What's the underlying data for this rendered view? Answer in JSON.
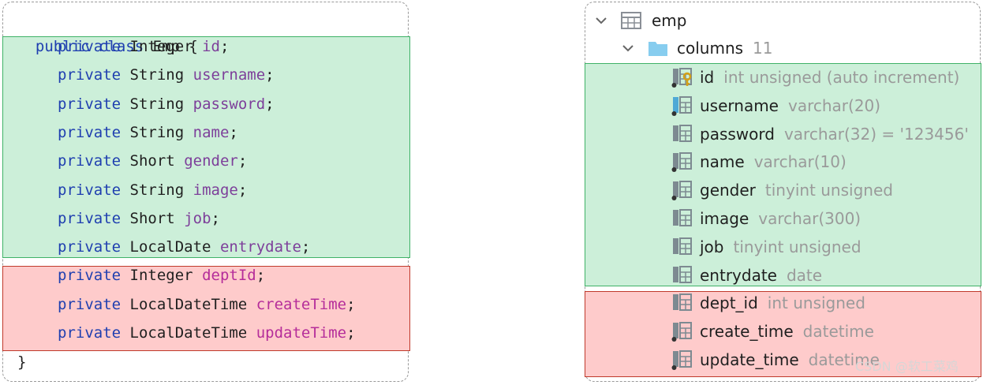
{
  "code": {
    "header": "public class Emp {",
    "header_parts": {
      "kw": "public class",
      "cls": "Emp",
      "brace": "{"
    },
    "fields": [
      {
        "kw": "private",
        "type": "Integer",
        "name": "id"
      },
      {
        "kw": "private",
        "type": "String",
        "name": "username"
      },
      {
        "kw": "private",
        "type": "String",
        "name": "password"
      },
      {
        "kw": "private",
        "type": "String",
        "name": "name"
      },
      {
        "kw": "private",
        "type": "Short",
        "name": "gender"
      },
      {
        "kw": "private",
        "type": "String",
        "name": "image"
      },
      {
        "kw": "private",
        "type": "Short",
        "name": "job"
      },
      {
        "kw": "private",
        "type": "LocalDate",
        "name": "entrydate"
      },
      {
        "kw": "private",
        "type": "Integer",
        "name": "deptId"
      },
      {
        "kw": "private",
        "type": "LocalDateTime",
        "name": "createTime"
      },
      {
        "kw": "private",
        "type": "LocalDateTime",
        "name": "updateTime"
      }
    ],
    "footer": "}"
  },
  "tree": {
    "table": {
      "name": "emp"
    },
    "folder": {
      "name": "columns",
      "count": "11"
    },
    "columns": [
      {
        "name": "id",
        "type": "int unsigned (auto increment)",
        "icon": "primary-key-column-icon"
      },
      {
        "name": "username",
        "type": "varchar(20)",
        "icon": "indexed-column-icon"
      },
      {
        "name": "password",
        "type": "varchar(32) = '123456'",
        "icon": "column-icon"
      },
      {
        "name": "name",
        "type": "varchar(10)",
        "icon": "not-null-column-icon"
      },
      {
        "name": "gender",
        "type": "tinyint unsigned",
        "icon": "not-null-column-icon"
      },
      {
        "name": "image",
        "type": "varchar(300)",
        "icon": "column-icon"
      },
      {
        "name": "job",
        "type": "tinyint unsigned",
        "icon": "column-icon"
      },
      {
        "name": "entrydate",
        "type": "date",
        "icon": "column-icon"
      },
      {
        "name": "dept_id",
        "type": "int unsigned",
        "icon": "column-icon"
      },
      {
        "name": "create_time",
        "type": "datetime",
        "icon": "not-null-column-icon"
      },
      {
        "name": "update_time",
        "type": "datetime",
        "icon": "not-null-column-icon"
      }
    ]
  },
  "watermark": "CSDN @软工菜鸡"
}
